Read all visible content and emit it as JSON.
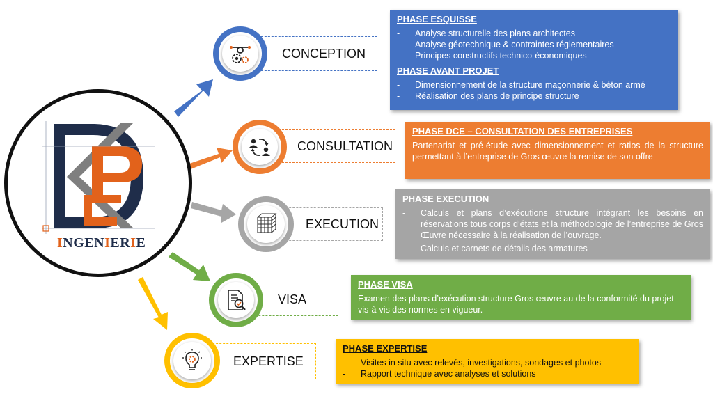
{
  "logo": {
    "text_parts": [
      "I",
      "NGEN",
      "I",
      "ER",
      "I",
      "E"
    ]
  },
  "steps": [
    {
      "id": "conception",
      "label": "CONCEPTION",
      "color": "#4472c4",
      "icon": "gear-drone-icon"
    },
    {
      "id": "consultation",
      "label": "CONSULTATION",
      "color": "#ed7d31",
      "icon": "people-exchange-icon"
    },
    {
      "id": "execution",
      "label": "EXECUTION",
      "color": "#a6a6a6",
      "icon": "building-structure-icon"
    },
    {
      "id": "visa",
      "label": "VISA",
      "color": "#70ad47",
      "icon": "document-check-icon"
    },
    {
      "id": "expertise",
      "label": "EXPERTISE",
      "color": "#ffc000",
      "icon": "lightbulb-gear-icon"
    }
  ],
  "phases": {
    "conception": {
      "color": "#4472c4",
      "sections": [
        {
          "title": "PHASE ESQUISSE",
          "items": [
            "Analyse structurelle des plans architectes",
            "Analyse géotechnique & contraintes réglementaires",
            "Principes constructifs technico-économiques"
          ]
        },
        {
          "title": "PHASE AVANT PROJET",
          "items": [
            "Dimensionnement de la structure maçonnerie & béton armé",
            "Réalisation des plans de principe structure"
          ]
        }
      ]
    },
    "consultation": {
      "color": "#ed7d31",
      "title": "PHASE DCE – CONSULTATION DES ENTREPRISES",
      "text": "Partenariat et pré-étude avec dimensionnement et ratios de la structure permettant à l’entreprise de  Gros œuvre la remise de son offre"
    },
    "execution": {
      "color": "#a5a5a5",
      "title": "PHASE EXECUTION",
      "items": [
        "Calculs et plans d’exécutions structure intégrant les besoins en réservations tous corps d’états et la méthodologie  de l’entreprise de Gros Œuvre nécessaire à la réalisation de l’ouvrage.",
        "Calculs et carnets de détails des armatures"
      ]
    },
    "visa": {
      "color": "#70ad47",
      "title": "PHASE VISA",
      "text": "Examen des plans d’exécution structure Gros œuvre au de la conformité du projet vis-à-vis des normes en vigueur."
    },
    "expertise": {
      "color": "#ffc000",
      "title": "PHASE EXPERTISE",
      "items": [
        "Visites in situ avec relevés, investigations, sondages et photos",
        "Rapport technique avec analyses et solutions"
      ]
    }
  }
}
